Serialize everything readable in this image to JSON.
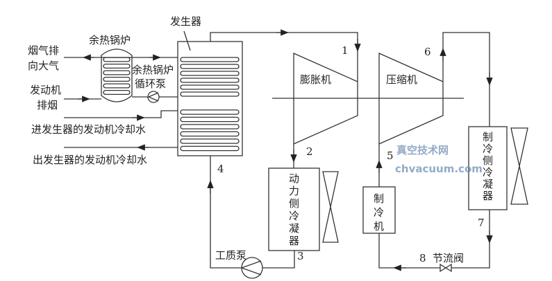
{
  "labels": {
    "generator": "发生器",
    "waste_heat_boiler": "余热锅炉",
    "exhaust_out_1": "烟气排",
    "exhaust_out_2": "向大气",
    "engine_exhaust_1": "发动机",
    "engine_exhaust_2": "排烟",
    "circ_pump_1": "余热锅炉",
    "circ_pump_2": "循环泵",
    "coolant_in": "进发生器的发动机冷却水",
    "coolant_out": "出发生器的发动机冷却水",
    "expander": "膨胀机",
    "compressor": "压缩机",
    "power_condenser": [
      "动",
      "力",
      "侧",
      "冷",
      "凝",
      "器"
    ],
    "refrig_condenser": [
      "制",
      "冷",
      "侧",
      "冷",
      "凝",
      "器"
    ],
    "refrigerator": [
      "制",
      "冷",
      "机"
    ],
    "working_pump": "工质泵",
    "throttle_valve": "节流阀"
  },
  "state_points": [
    "1",
    "2",
    "3",
    "4",
    "5",
    "6",
    "7",
    "8"
  ],
  "watermark": {
    "line1": "真空技术网",
    "line2": "chvacuum.com"
  }
}
